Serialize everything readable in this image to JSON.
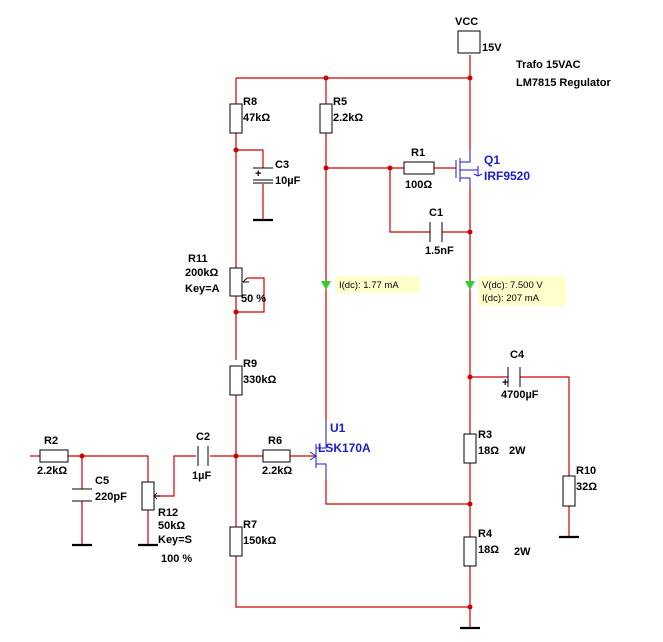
{
  "power": {
    "vcc_label": "VCC",
    "vcc_value": "15V",
    "note_line1": "Trafo 15VAC",
    "note_line2": "LM7815 Regulator"
  },
  "components": {
    "r8": {
      "name": "R8",
      "value": "47kΩ"
    },
    "r5": {
      "name": "R5",
      "value": "2.2kΩ"
    },
    "r1": {
      "name": "R1",
      "value": "100Ω"
    },
    "c3": {
      "name": "C3",
      "value": "10µF",
      "polarity": "+"
    },
    "c1": {
      "name": "C1",
      "value": "1.5nF"
    },
    "q1": {
      "name": "Q1",
      "model": "IRF9520"
    },
    "r11": {
      "name": "R11",
      "value": "200kΩ",
      "key": "Key=A",
      "setting": "50 %"
    },
    "r9": {
      "name": "R9",
      "value": "330kΩ"
    },
    "c4": {
      "name": "C4",
      "value": "4700µF",
      "polarity": "+"
    },
    "r2": {
      "name": "R2",
      "value": "2.2kΩ"
    },
    "c2": {
      "name": "C2",
      "value": "1µF"
    },
    "r6": {
      "name": "R6",
      "value": "2.2kΩ"
    },
    "u1": {
      "name": "U1",
      "model": "LSK170A"
    },
    "r3": {
      "name": "R3",
      "value": "18Ω",
      "power": "2W"
    },
    "c5": {
      "name": "C5",
      "value": "220pF"
    },
    "r12": {
      "name": "R12",
      "value": "50kΩ",
      "key": "Key=S",
      "setting": "100 %"
    },
    "r10": {
      "name": "R10",
      "value": "32Ω"
    },
    "r7": {
      "name": "R7",
      "value": "150kΩ"
    },
    "r4": {
      "name": "R4",
      "value": "18Ω",
      "power": "2W"
    }
  },
  "probes": {
    "probe1": {
      "line1": "I(dc): 1.77 mA"
    },
    "probe2": {
      "line1": "V(dc): 7.500 V",
      "line2": "I(dc): 207 mA"
    }
  },
  "colors": {
    "wire": "#d00000",
    "component": "#000000",
    "transistor": "#1b1bd0",
    "probe_fill": "#ffffcc",
    "probe_arrow": "#33cc33"
  }
}
